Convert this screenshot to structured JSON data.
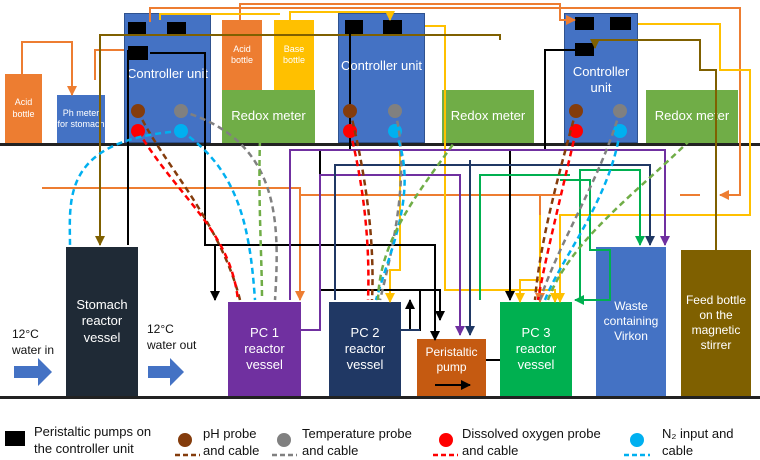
{
  "components": {
    "acid_bottle_left": "Acid bottle",
    "ph_meter_stomach": "Ph meter for stomach",
    "controller_1": "Controller unit",
    "acid_bottle_top": "Acid bottle",
    "base_bottle": "Base bottle",
    "redox_meter_1": "Redox meter",
    "controller_2": "Controller unit",
    "redox_meter_2": "Redox meter",
    "controller_3": "Controller unit",
    "redox_meter_3": "Redox meter",
    "stomach_vessel": "Stomach reactor vessel",
    "water_in": "12°C water in",
    "water_out": "12°C water out",
    "pc1_vessel": "PC 1 reactor vessel",
    "pc2_vessel": "PC 2 reactor vessel",
    "peristaltic_pump": "Peristaltic pump",
    "pc3_vessel": "PC 3 reactor vessel",
    "waste": "Waste containing Virkon",
    "feed_bottle": "Feed bottle on the magnetic stirrer"
  },
  "legend": {
    "pumps": "Peristaltic pumps on the controller unit",
    "ph": "pH probe and cable",
    "temp": "Temperature probe and cable",
    "do": "Dissolved oxygen probe and cable",
    "n2": "N₂ input and cable"
  },
  "colors": {
    "acid": "#ed7d31",
    "base": "#ffc000",
    "controller": "#4472c4",
    "redox": "#70ad47",
    "stomach": "#1f2a36",
    "pc1": "#7030a0",
    "pc2": "#203864",
    "pump": "#c55a11",
    "pc3": "#00b050",
    "waste": "#4472c4",
    "feed": "#7f6000",
    "ph_probe": "#843c0c",
    "temp_probe": "#808080",
    "do_probe": "#ff0000",
    "n2_probe": "#00b0f0"
  }
}
